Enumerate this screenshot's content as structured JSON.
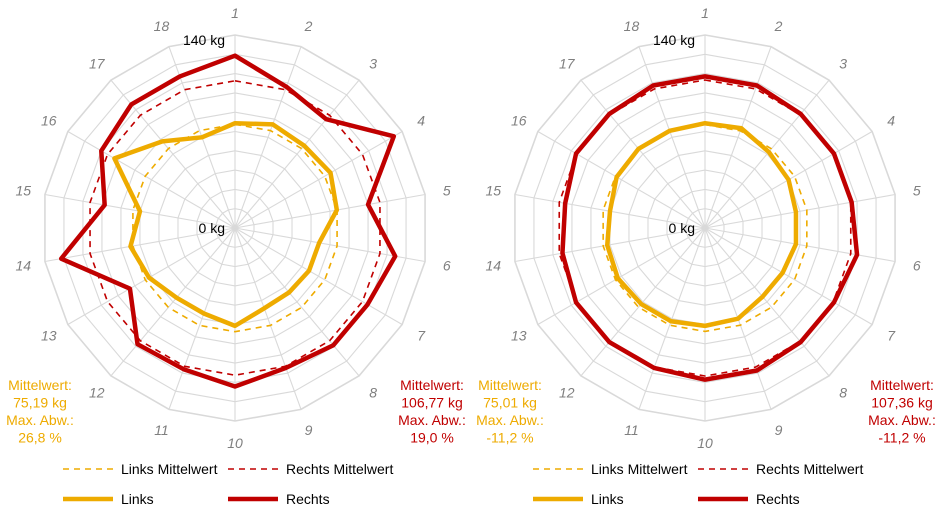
{
  "colors": {
    "links": "#eeab00",
    "rechts": "#c00000",
    "grid": "#d9d9d9",
    "spoke_label": "#7f7f7f",
    "text": "#000000"
  },
  "legend": {
    "links_mittelwert": "Links Mittelwert",
    "rechts_mittelwert": "Rechts Mittelwert",
    "links": "Links",
    "rechts": "Rechts"
  },
  "chart_data": [
    {
      "type": "radar",
      "categories": [
        "1",
        "2",
        "3",
        "4",
        "5",
        "6",
        "7",
        "8",
        "9",
        "10",
        "11",
        "12",
        "13",
        "14",
        "15",
        "16",
        "17",
        "18"
      ],
      "rmin": 0,
      "rmax": 140,
      "axis_labels": {
        "max": "140 kg",
        "min": "0 kg"
      },
      "series": [
        {
          "name": "Links",
          "values": [
            76,
            80,
            78,
            80,
            75,
            62,
            62,
            61,
            62,
            71,
            66,
            66,
            72,
            77,
            70,
            101,
            82,
            70
          ]
        },
        {
          "name": "Rechts",
          "values": [
            125,
            109,
            103,
            133,
            98,
            118,
            111,
            111,
            108,
            115,
            109,
            110,
            88,
            128,
            96,
            112,
            117,
            117
          ]
        },
        {
          "name": "Links Mittelwert",
          "values": [
            75.19,
            75.19,
            75.19,
            75.19,
            75.19,
            75.19,
            75.19,
            75.19,
            75.19,
            75.19,
            75.19,
            75.19,
            75.19,
            75.19,
            75.19,
            75.19,
            75.19,
            75.19
          ]
        },
        {
          "name": "Rechts Mittelwert",
          "values": [
            106.77,
            106.77,
            106.77,
            106.77,
            106.77,
            106.77,
            106.77,
            106.77,
            106.77,
            106.77,
            106.77,
            106.77,
            106.77,
            106.77,
            106.77,
            106.77,
            106.77,
            106.77
          ]
        }
      ],
      "stats_links": {
        "mean_label": "Mittelwert:",
        "mean_value": "75,19 kg",
        "dev_label": "Max. Abw.:",
        "dev_value": "26,8 %"
      },
      "stats_rechts": {
        "mean_label": "Mittelwert:",
        "mean_value": "106,77 kg",
        "dev_label": "Max. Abw.:",
        "dev_value": "19,0 %"
      }
    },
    {
      "type": "radar",
      "categories": [
        "1",
        "2",
        "3",
        "4",
        "5",
        "6",
        "7",
        "8",
        "9",
        "10",
        "11",
        "12",
        "13",
        "14",
        "15",
        "16",
        "17",
        "18"
      ],
      "rmin": 0,
      "rmax": 140,
      "axis_labels": {
        "max": "140 kg",
        "min": "0 kg"
      },
      "series": [
        {
          "name": "Links",
          "values": [
            76,
            77,
            72,
            70,
            67,
            67,
            65,
            65,
            70,
            71,
            72,
            72,
            73,
            72,
            70,
            74,
            75,
            75
          ]
        },
        {
          "name": "Rechts",
          "values": [
            110,
            110,
            108,
            108,
            108,
            112,
            108,
            108,
            110,
            110,
            108,
            108,
            108,
            105,
            103,
            108,
            108,
            110
          ]
        },
        {
          "name": "Links Mittelwert",
          "values": [
            75.01,
            75.01,
            75.01,
            75.01,
            75.01,
            75.01,
            75.01,
            75.01,
            75.01,
            75.01,
            75.01,
            75.01,
            75.01,
            75.01,
            75.01,
            75.01,
            75.01,
            75.01
          ]
        },
        {
          "name": "Rechts Mittelwert",
          "values": [
            107.36,
            107.36,
            107.36,
            107.36,
            107.36,
            107.36,
            107.36,
            107.36,
            107.36,
            107.36,
            107.36,
            107.36,
            107.36,
            107.36,
            107.36,
            107.36,
            107.36,
            107.36
          ]
        }
      ],
      "stats_links": {
        "mean_label": "Mittelwert:",
        "mean_value": "75,01 kg",
        "dev_label": "Max. Abw.:",
        "dev_value": "-11,2 %"
      },
      "stats_rechts": {
        "mean_label": "Mittelwert:",
        "mean_value": "107,36 kg",
        "dev_label": "Max. Abw.:",
        "dev_value": "-11,2 %"
      }
    }
  ]
}
